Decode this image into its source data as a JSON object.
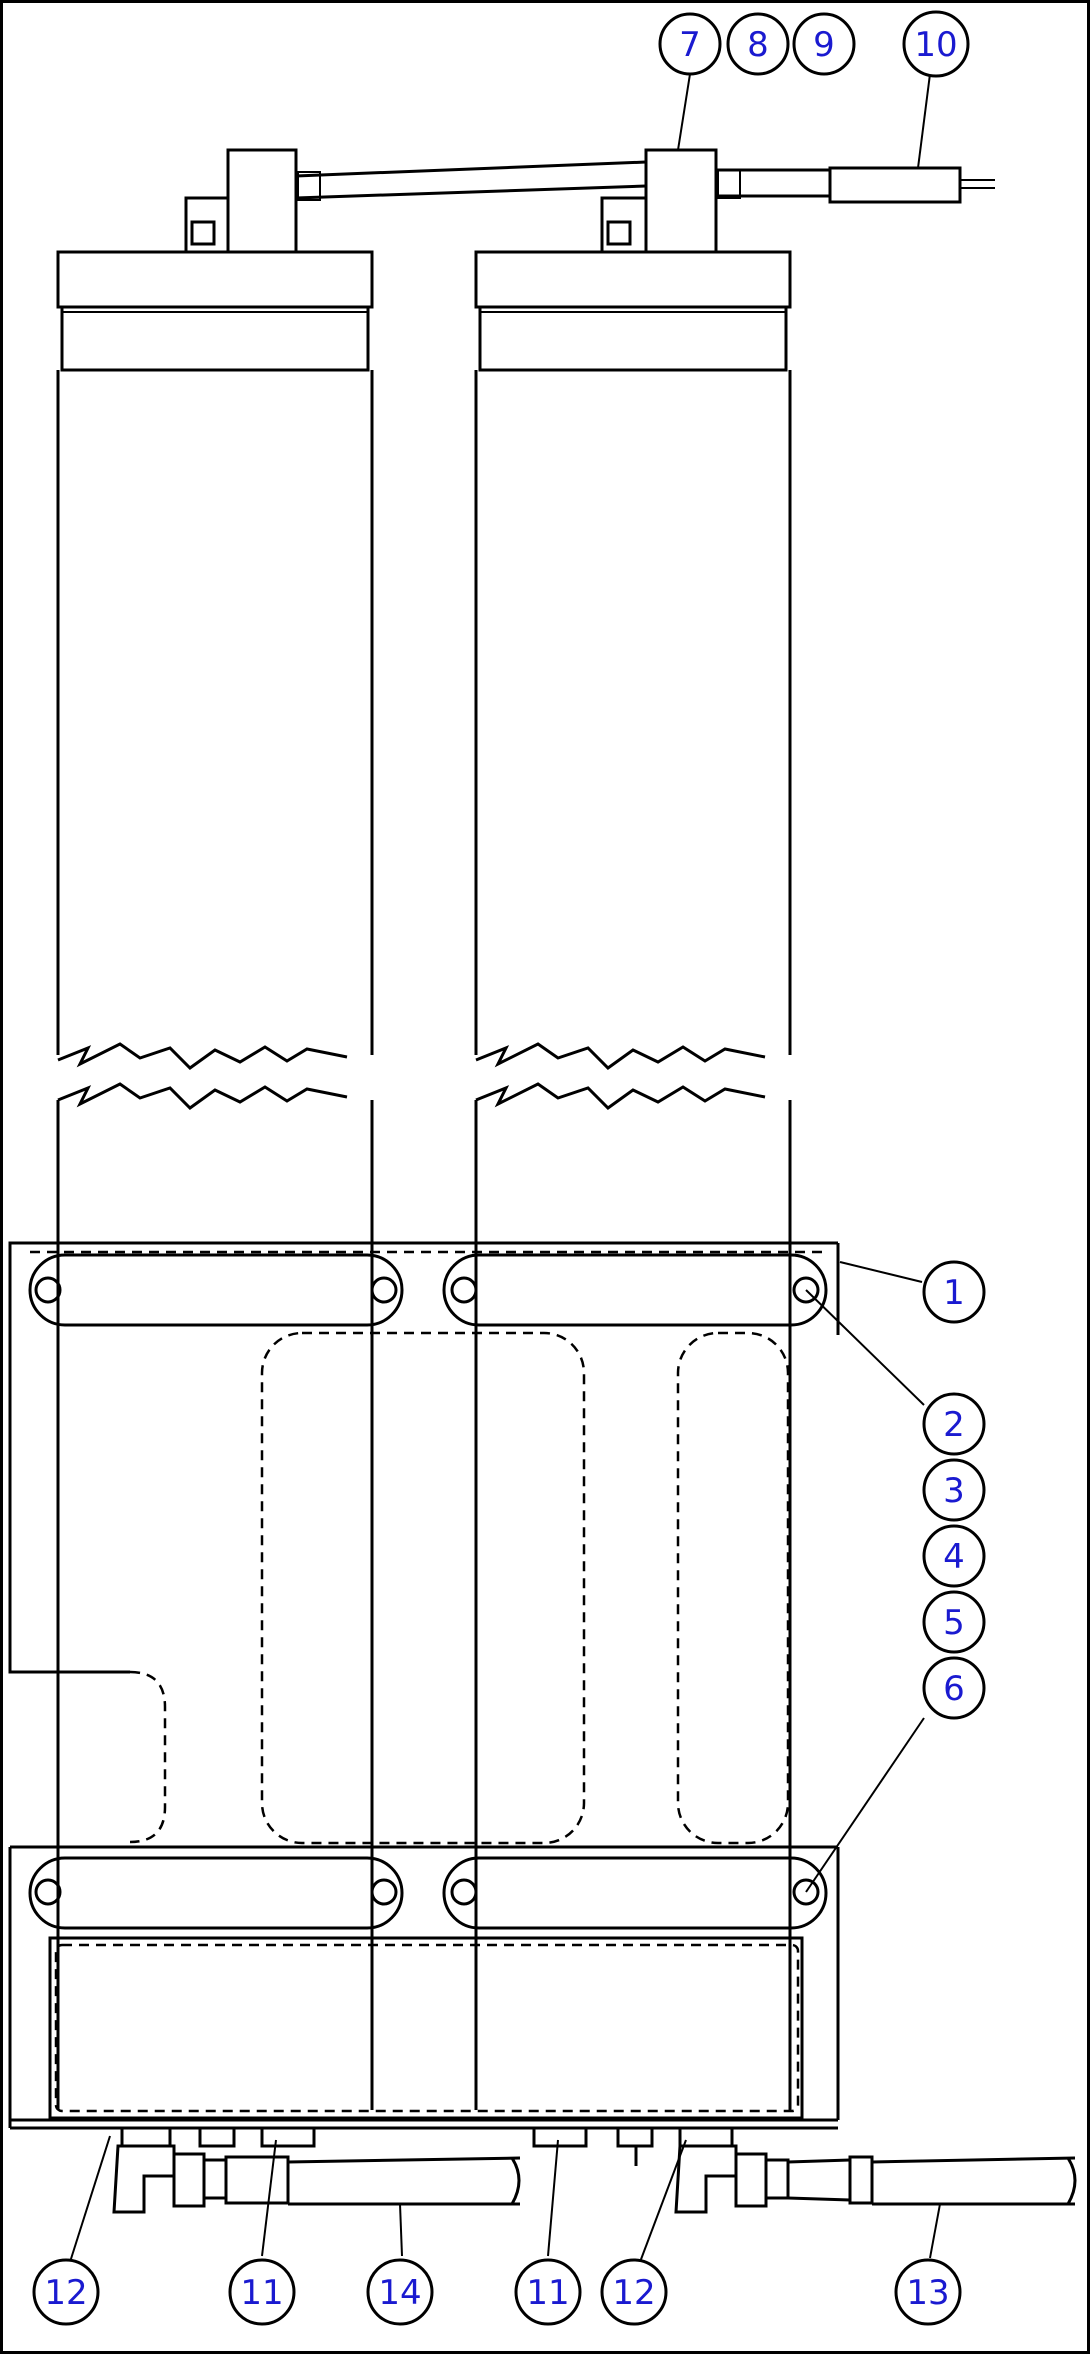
{
  "diagram": {
    "callouts": [
      {
        "id": "c1",
        "label": "1"
      },
      {
        "id": "c2",
        "label": "2"
      },
      {
        "id": "c3",
        "label": "3"
      },
      {
        "id": "c4",
        "label": "4"
      },
      {
        "id": "c5",
        "label": "5"
      },
      {
        "id": "c6",
        "label": "6"
      },
      {
        "id": "c7",
        "label": "7"
      },
      {
        "id": "c8",
        "label": "8"
      },
      {
        "id": "c9",
        "label": "9"
      },
      {
        "id": "c10",
        "label": "10"
      },
      {
        "id": "c11a",
        "label": "11"
      },
      {
        "id": "c11b",
        "label": "11"
      },
      {
        "id": "c12a",
        "label": "12"
      },
      {
        "id": "c12b",
        "label": "12"
      },
      {
        "id": "c13",
        "label": "13"
      },
      {
        "id": "c14",
        "label": "14"
      }
    ],
    "colors": {
      "line": "#000000",
      "callout_text": "#1a1ad0",
      "background": "#ffffff"
    }
  }
}
